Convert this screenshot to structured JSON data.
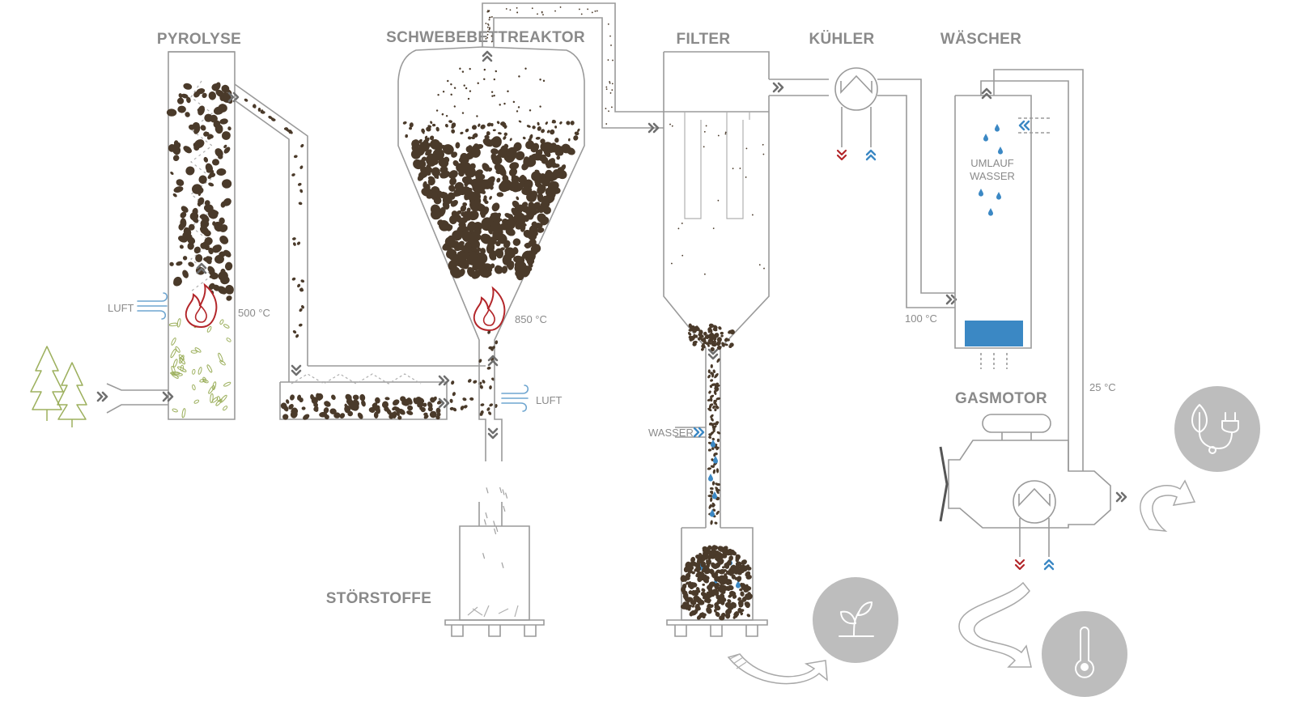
{
  "titles": {
    "pyrolyse": "PYROLYSE",
    "reactor": "SCHWEBEBETTREAKTOR",
    "filter": "FILTER",
    "cooler": "KÜHLER",
    "washer": "WÄSCHER",
    "engine": "GASMOTOR",
    "debris": "STÖRSTOFFE"
  },
  "labels": {
    "air_pyrolyse": "LUFT",
    "air_reactor": "LUFT",
    "water_filter": "WASSER",
    "circulation_water_1": "UMLAUF",
    "circulation_water_2": "WASSER"
  },
  "temperatures": {
    "pyrolyse": "500 °C",
    "reactor": "850 °C",
    "washer_inlet": "100 °C",
    "engine_inlet": "25 °C"
  },
  "icons": [
    "tree-icon",
    "flame-icon",
    "wind-icon",
    "water-drop-icon",
    "heat-exchanger-icon",
    "plant-icon",
    "leaf-plug-icon",
    "thermometer-icon"
  ],
  "colors": {
    "structure": "#9a9a9a",
    "particles": "#4a3a2a",
    "water": "#3b88c4",
    "flame": "#b3262a",
    "hot": "#b3262a",
    "cold": "#3b88c4",
    "product_circle": "#bdbdbd",
    "wood": "#9db05e"
  }
}
